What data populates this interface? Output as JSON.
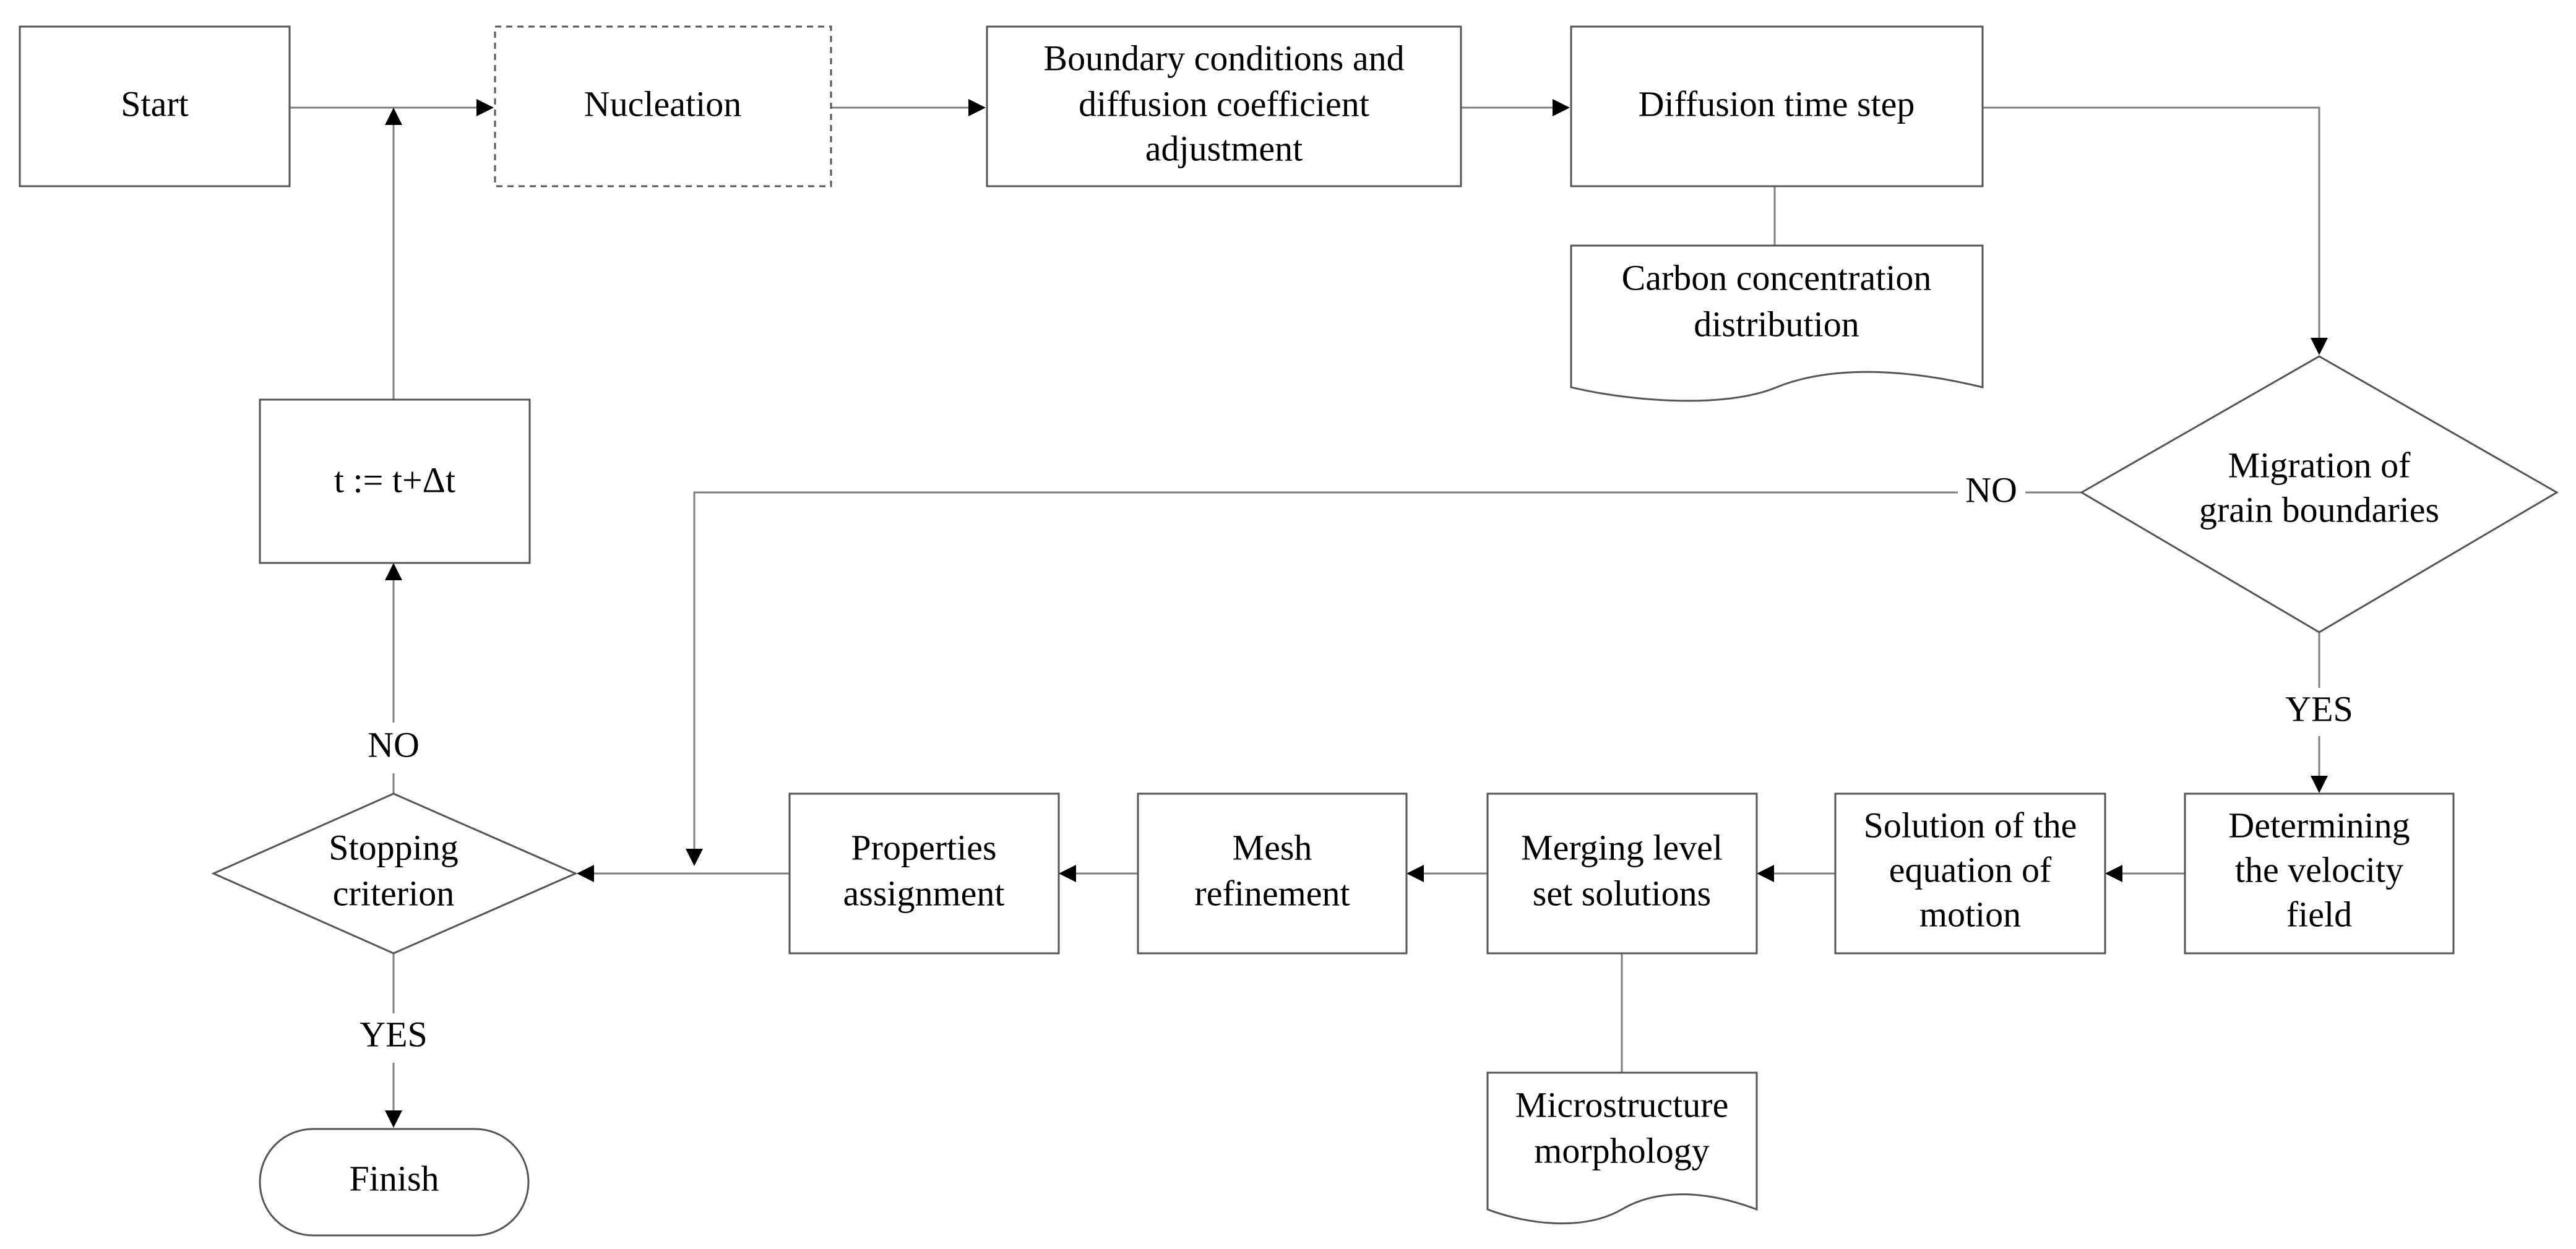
{
  "nodes": {
    "start": "Start",
    "nucleation": "Nucleation",
    "boundary": [
      "Boundary conditions and",
      "diffusion coefficient",
      "adjustment"
    ],
    "diffusion_step": "Diffusion time step",
    "carbon": [
      "Carbon concentration",
      "distribution"
    ],
    "migration": [
      "Migration of",
      "grain boundaries"
    ],
    "time_increment": "t := t+Δt",
    "stopping": [
      "Stopping",
      "criterion"
    ],
    "properties": [
      "Properties",
      "assignment"
    ],
    "mesh": [
      "Mesh",
      "refinement"
    ],
    "merging": [
      "Merging level",
      "set solutions"
    ],
    "solution": [
      "Solution of the",
      "equation of",
      "motion"
    ],
    "velocity": [
      "Determining",
      "the velocity",
      "field"
    ],
    "microstructure": [
      "Microstructure",
      "morphology"
    ],
    "finish": "Finish"
  },
  "edge_labels": {
    "migration_no": "NO",
    "migration_yes": "YES",
    "stopping_no": "NO",
    "stopping_yes": "YES"
  }
}
